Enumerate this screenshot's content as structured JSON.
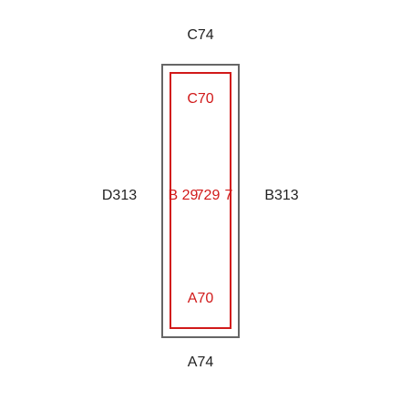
{
  "outer_frame": {
    "top_label": "C74",
    "bottom_label": "A74",
    "left_label": "D313",
    "right_label": "B313",
    "color": "#666666"
  },
  "inner_frame": {
    "top_label": "C70",
    "bottom_label": "A70",
    "left_label": "B 29",
    "center_label": "729",
    "right_label": "7",
    "color": "#d11a1a"
  }
}
